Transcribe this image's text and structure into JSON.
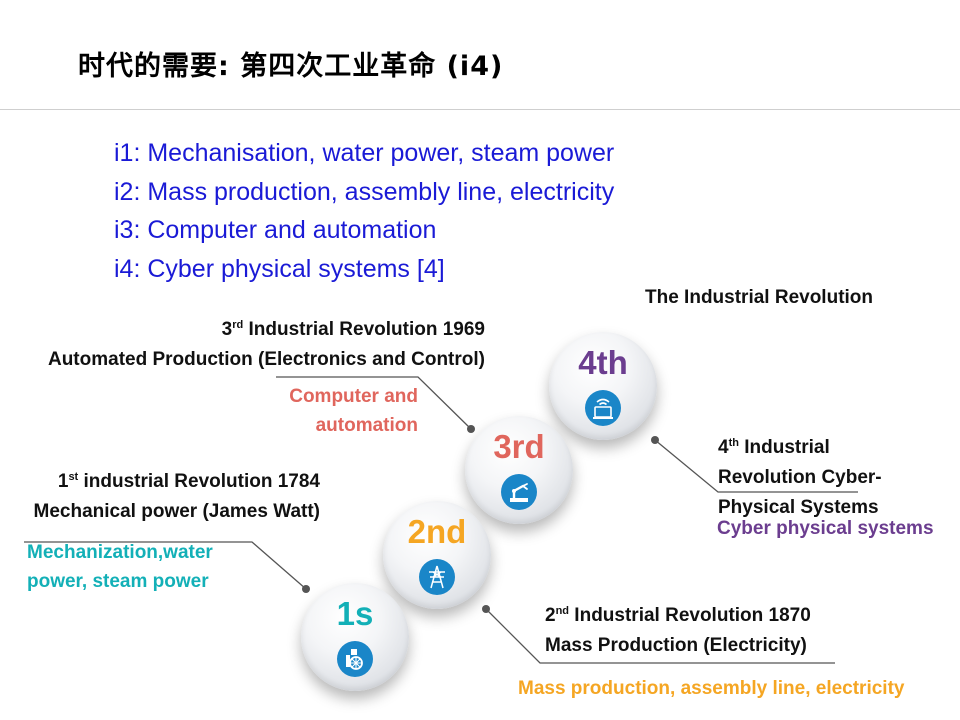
{
  "title": "时代的需要: 第四次工业革命 (i4)",
  "bullets": [
    "i1: Mechanisation, water power, steam power",
    "i2: Mass production, assembly line, electricity",
    "i3: Computer and automation",
    "i4: Cyber physical systems [4]"
  ],
  "diagram_title": "The Industrial Revolution",
  "rev3": {
    "ordinal": "3",
    "sup": "rd",
    "heading": " Industrial Revolution 1969",
    "line2": "Automated Production (Electronics and Control)",
    "tag_line1": "Computer and",
    "tag_line2": "automation"
  },
  "rev1": {
    "ordinal": "1",
    "sup": "st",
    "heading": " industrial Revolution 1784",
    "line2": "Mechanical power (James Watt)",
    "tag_line1": "Mechanization,water",
    "tag_line2": "power, steam power"
  },
  "rev4": {
    "ordinal": "4",
    "sup": "th",
    "heading": " Industrial",
    "line2": "Revolution Cyber-",
    "line3": "Physical Systems",
    "tag": "Cyber physical systems"
  },
  "rev2": {
    "ordinal": "2",
    "sup": "nd",
    "heading": " Industrial Revolution 1870",
    "line2": "Mass Production (Electricity)",
    "tag": "Mass production, assembly line, electricity"
  },
  "balls": {
    "b1": "1s",
    "b2": "2nd",
    "b3": "3rd",
    "b4": "4th"
  },
  "icons": {
    "b1": "steam-engine-icon",
    "b2": "power-tower-icon",
    "b3": "robot-arm-icon",
    "b4": "wireless-computer-icon"
  },
  "colors": {
    "bullets": "#1a1ad6",
    "teal": "#13b0b7",
    "orange": "#f5a623",
    "red": "#e0665d",
    "purple": "#6b3d8f",
    "icon_bg": "#1a86c8"
  }
}
